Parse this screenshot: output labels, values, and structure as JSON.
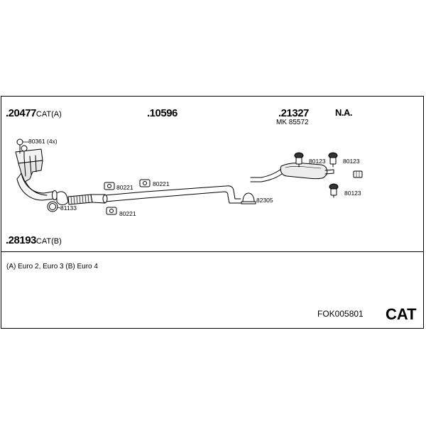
{
  "header": {
    "part_manifold": ".20477",
    "part_manifold_suffix": "CAT(A)",
    "part_pipe": ".10596",
    "part_muffler": ".21327",
    "part_muffler_mk": "MK 85572",
    "na_label": "N.A.",
    "part_lower": ".28193",
    "part_lower_suffix": "CAT(B)"
  },
  "callouts": {
    "bolts": "80361 (4x)",
    "ring": "81133",
    "clamp_upper": "80221",
    "clamp_middle": "80221",
    "clamp_lower": "80221",
    "clamp_muffler": "82305",
    "hanger_1": "80123",
    "hanger_2": "80123",
    "hanger_3": "80123"
  },
  "footer": {
    "note": "(A) Euro 2, Euro 3 (B) Euro 4",
    "code": "FOK005801",
    "cat": "CAT"
  }
}
